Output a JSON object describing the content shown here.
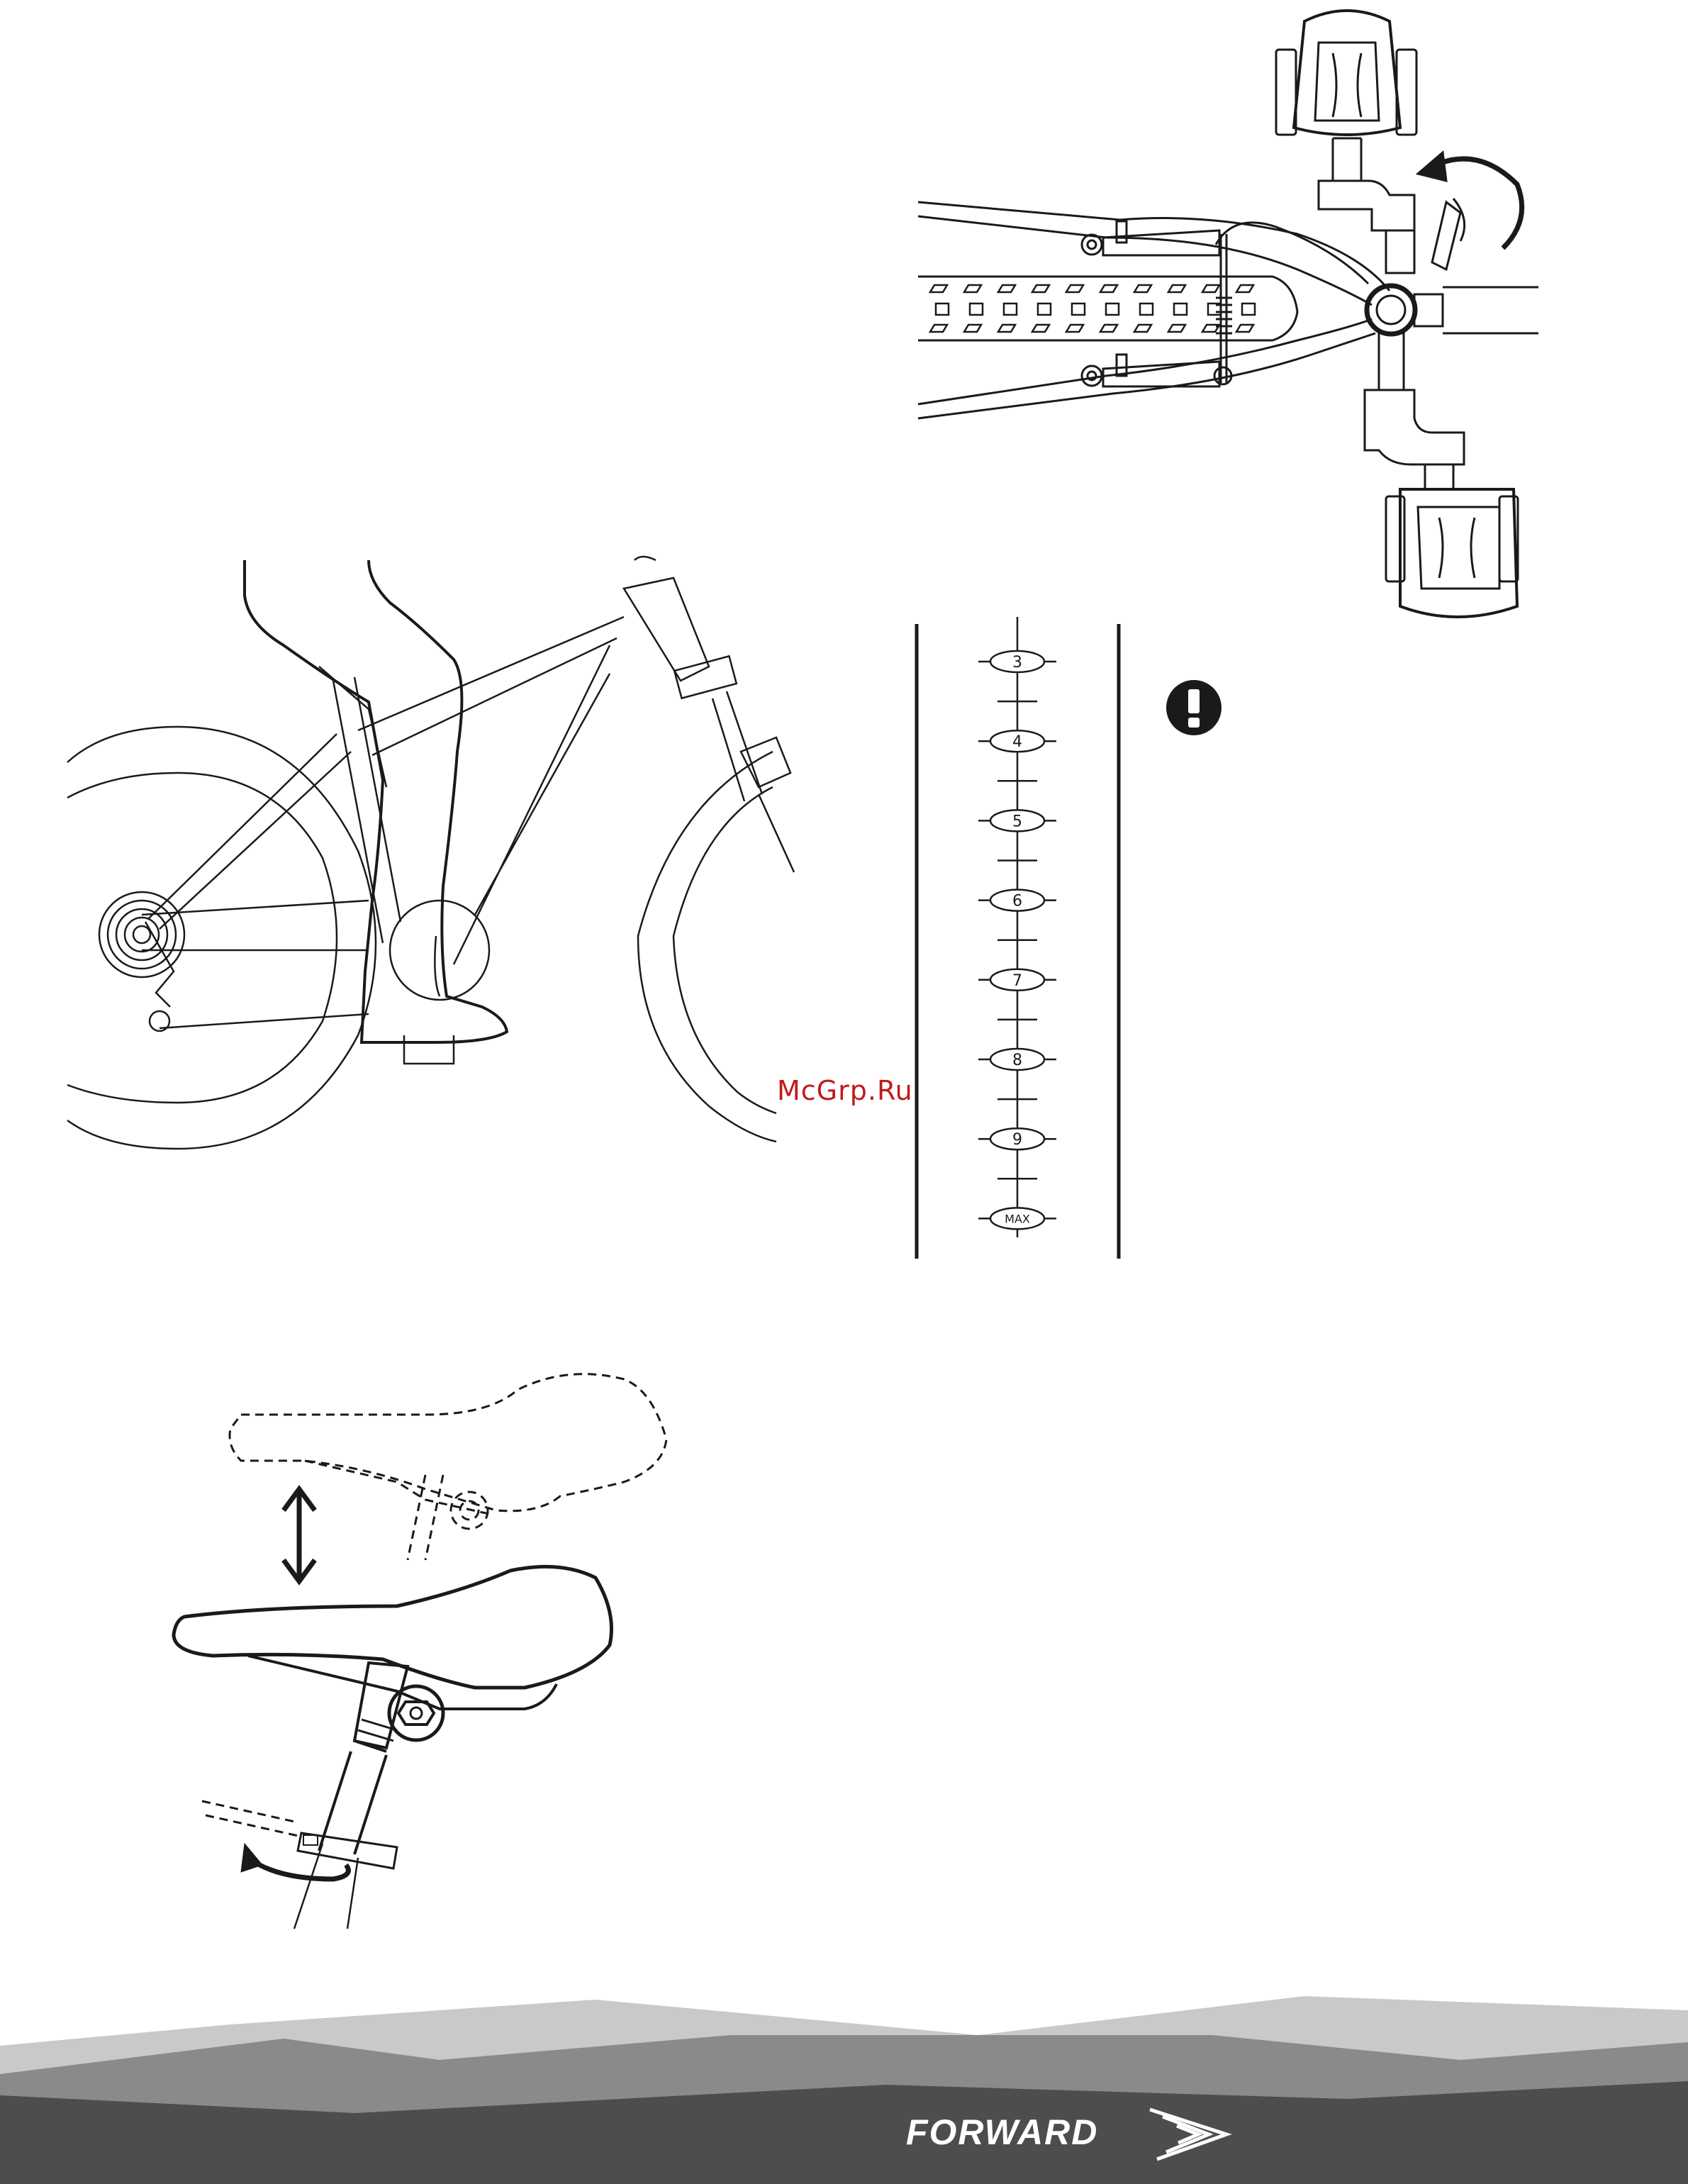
{
  "watermark": "McGrp.Ru",
  "brand": {
    "name": "FORWARD",
    "logo_icon": "forward-chevron-logo-icon"
  },
  "scale": {
    "marks": [
      "3",
      "4",
      "5",
      "6",
      "7",
      "8",
      "9",
      "MAX"
    ]
  },
  "warning": {
    "icon": "exclamation-warning-icon"
  },
  "colors": {
    "line": "#1a1a1a",
    "watermark": "#c21a1a",
    "footer_dark": "#4d4d4f",
    "footer_mid": "#8a8a8c",
    "footer_light": "#c9c9cb"
  }
}
